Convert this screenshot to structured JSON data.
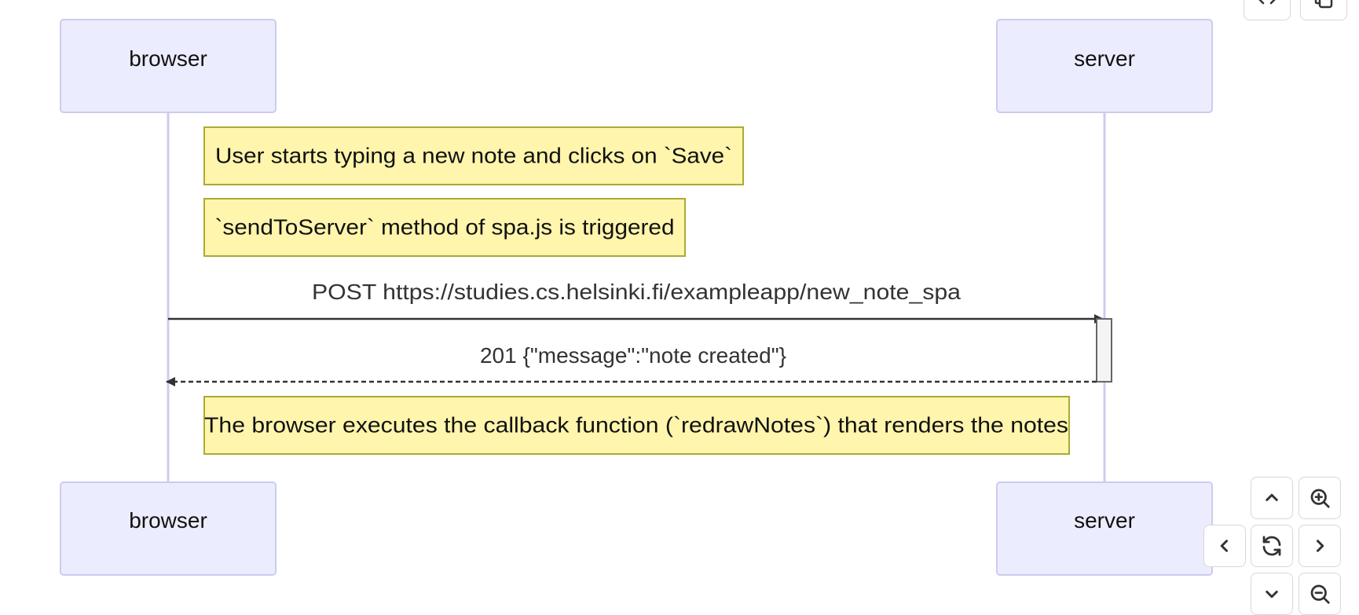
{
  "participants": [
    {
      "id": "browser",
      "label": "browser"
    },
    {
      "id": "server",
      "label": "server"
    }
  ],
  "notes": [
    {
      "text": "User starts typing a new note and clicks on `Save`"
    },
    {
      "text": "`sendToServer` method of spa.js is triggered"
    },
    {
      "text": "The browser executes the callback function (`redrawNotes`) that renders the notes"
    }
  ],
  "messages": [
    {
      "from": "browser",
      "to": "server",
      "style": "solid",
      "text": "POST https://studies.cs.helsinki.fi/exampleapp/new_note_spa"
    },
    {
      "from": "server",
      "to": "browser",
      "style": "dashed",
      "text": "201 {\"message\":\"note created\"}"
    }
  ],
  "colors": {
    "actor_fill": "#ECECFF",
    "actor_stroke": "#CCCCEE",
    "note_fill": "#FFF5AD",
    "note_stroke": "#AAAA33",
    "line": "#333333"
  },
  "controls": {
    "icons": [
      "code-icon",
      "copy-icon",
      "chevron-up-icon",
      "zoom-in-icon",
      "chevron-left-icon",
      "refresh-icon",
      "chevron-right-icon",
      "chevron-down-icon",
      "zoom-out-icon"
    ]
  }
}
